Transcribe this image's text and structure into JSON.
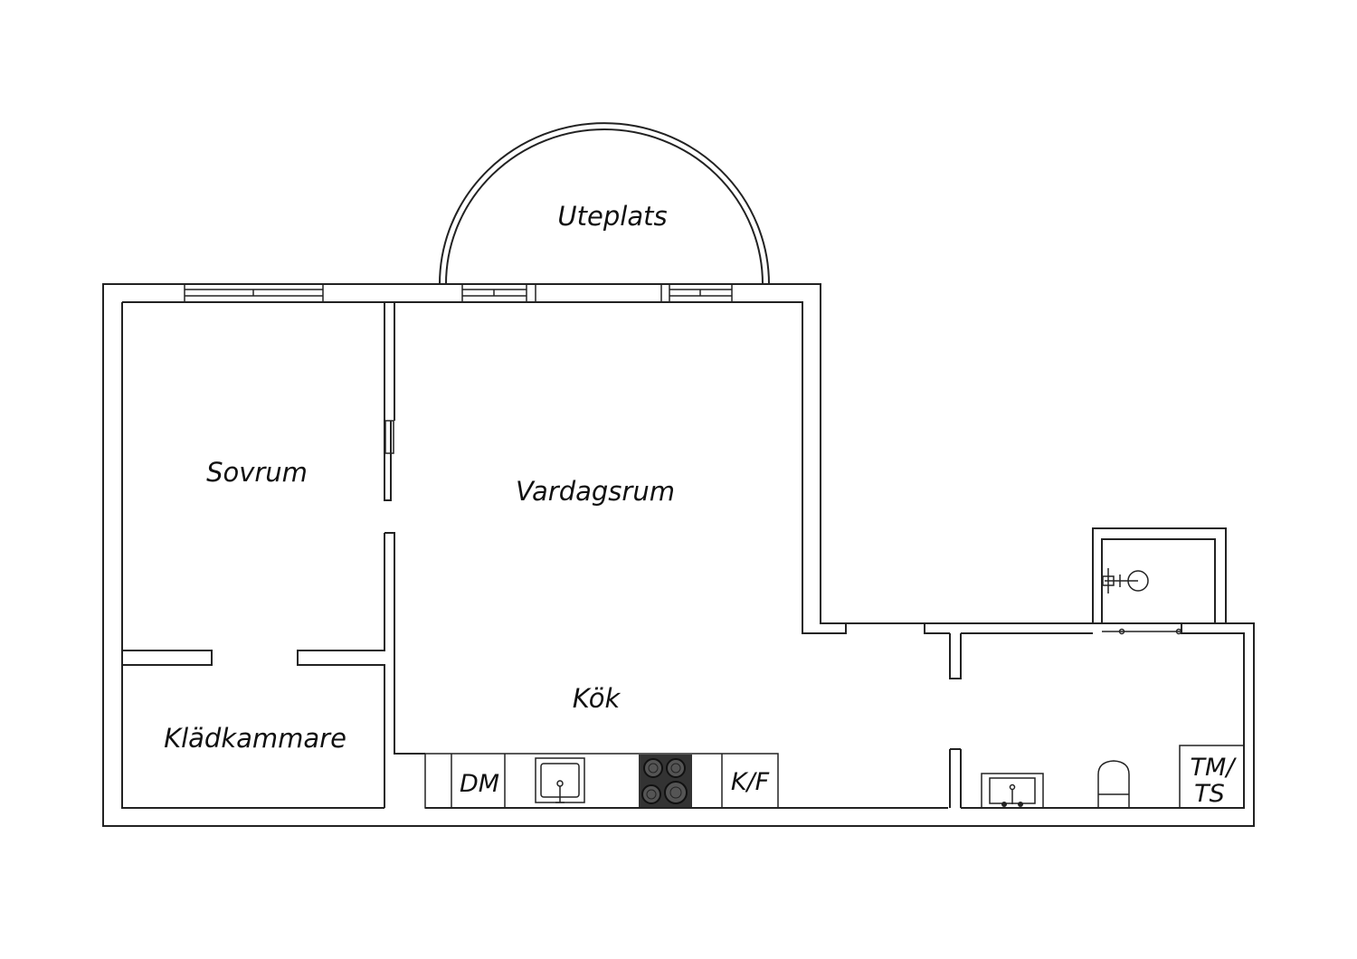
{
  "rooms": {
    "uteplats": "Uteplats",
    "sovrum": "Sovrum",
    "vardagsrum": "Vardagsrum",
    "kok": "Kök",
    "kladkammare": "Klädkammare"
  },
  "fixtures": {
    "dishwasher": "DM",
    "fridge_freezer": "K/F",
    "washer_dryer_line1": "TM/",
    "washer_dryer_line2": "TS"
  },
  "colors": {
    "line": "#222222",
    "background": "#ffffff",
    "stove": "#333333"
  }
}
